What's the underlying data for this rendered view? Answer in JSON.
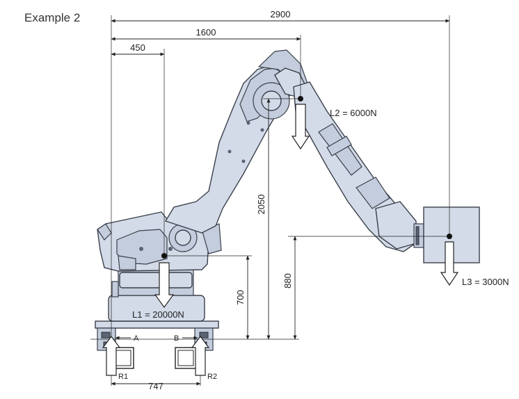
{
  "title": "Example 2",
  "dimensions": {
    "total_reach": "2900",
    "mid_reach": "1600",
    "base_offset": "450",
    "arm_height": "2050",
    "base_height": "700",
    "tool_height": "880",
    "support_span": "747"
  },
  "loads": {
    "l1": "L1 = 20000N",
    "l2": "L2 = 6000N",
    "l3": "L3 = 3000N"
  },
  "supports": {
    "a": "A",
    "b": "B",
    "r1": "R1",
    "r2": "R2"
  },
  "colors": {
    "robot_body": "#d3dbe8",
    "outline": "#3a3f4a"
  }
}
